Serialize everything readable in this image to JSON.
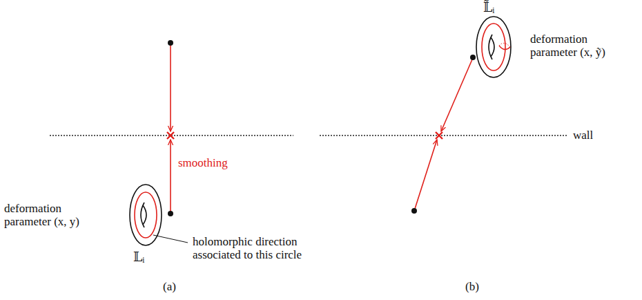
{
  "diagram": {
    "labels": [
      "deformation parameter (x, y)",
      "𝕃ᵢ",
      "smoothing",
      "holomorphic direction associated to this circle",
      "(a)",
      "𝕃̃ᵢ",
      "deformation parameter (x, ỹ)",
      "wall",
      "(b)"
    ]
  }
}
